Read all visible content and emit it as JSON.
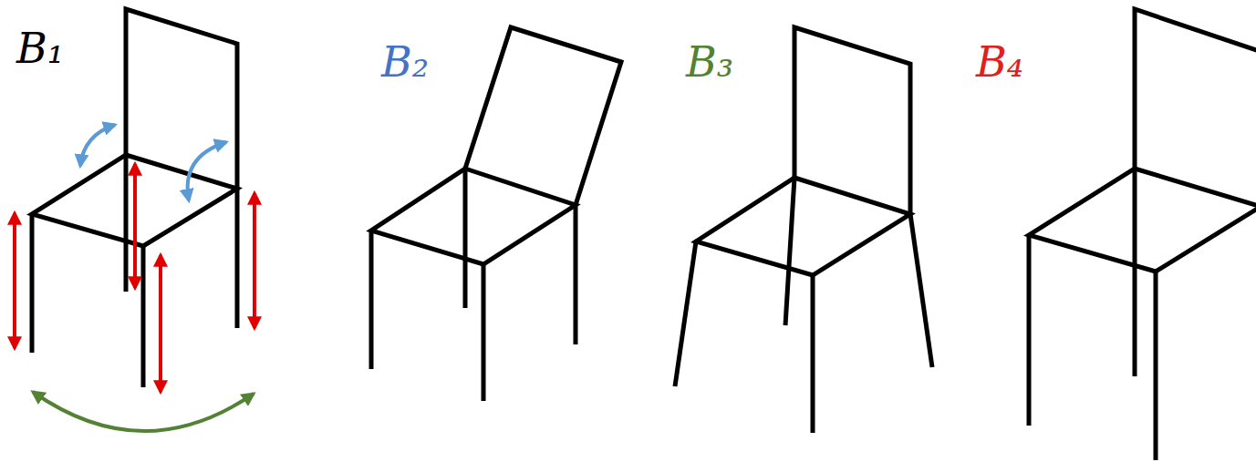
{
  "diagram": {
    "labels": [
      "B₁",
      "B₂",
      "B₃",
      "B₄"
    ]
  }
}
